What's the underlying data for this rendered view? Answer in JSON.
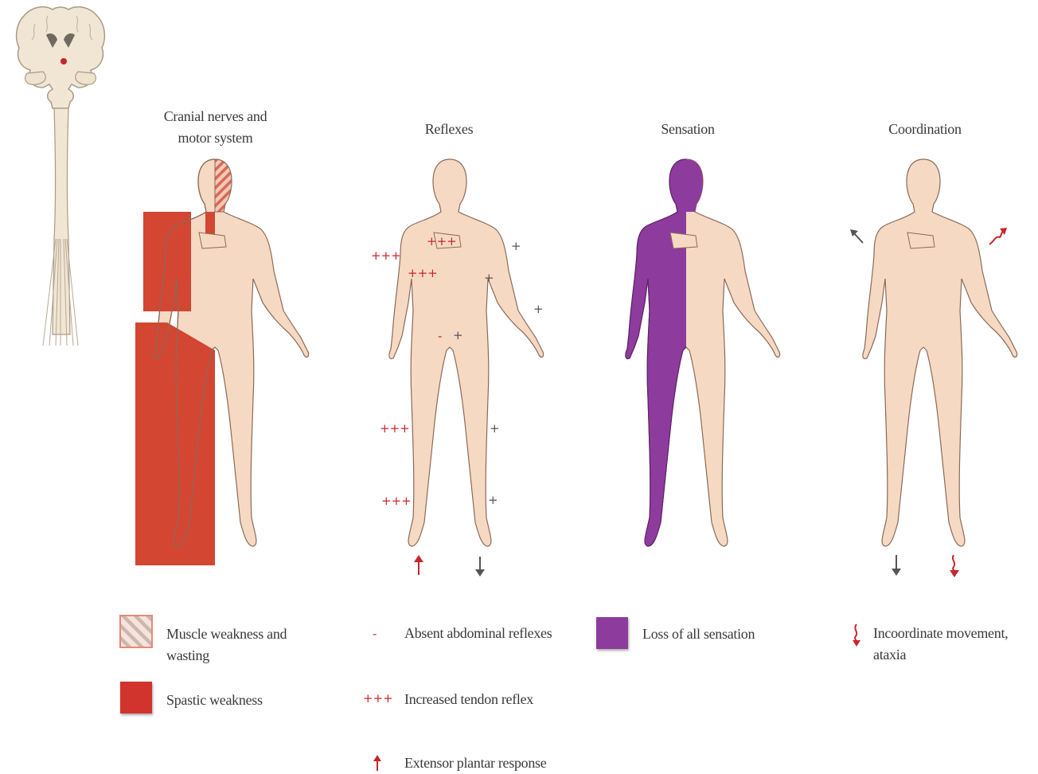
{
  "panels": {
    "cranial": {
      "title_line1": "Cranial nerves and",
      "title_line2": "motor system"
    },
    "reflexes": {
      "title": "Reflexes"
    },
    "sensation": {
      "title": "Sensation"
    },
    "coordination": {
      "title": "Coordination"
    }
  },
  "reflex_marks": {
    "increased": "+++",
    "normal": "+",
    "absent": "-"
  },
  "legend": {
    "muscle_weakness": "Muscle weakness and wasting",
    "spastic_weakness": "Spastic weakness",
    "absent_abdominal": "Absent abdominal reflexes",
    "increased_tendon": "Increased tendon reflex",
    "extensor_plantar": "Extensor plantar response",
    "loss_sensation": "Loss of all sensation",
    "incoordinate_line1": "Incoordinate movement,",
    "incoordinate_line2": "ataxia"
  },
  "colors": {
    "skin": "#f6d9c3",
    "outline": "#8a6a58",
    "motor_red": "#d24632",
    "sensation_purple": "#8e3b9e",
    "mark_red": "#c8262a",
    "mark_grey": "#555555"
  }
}
